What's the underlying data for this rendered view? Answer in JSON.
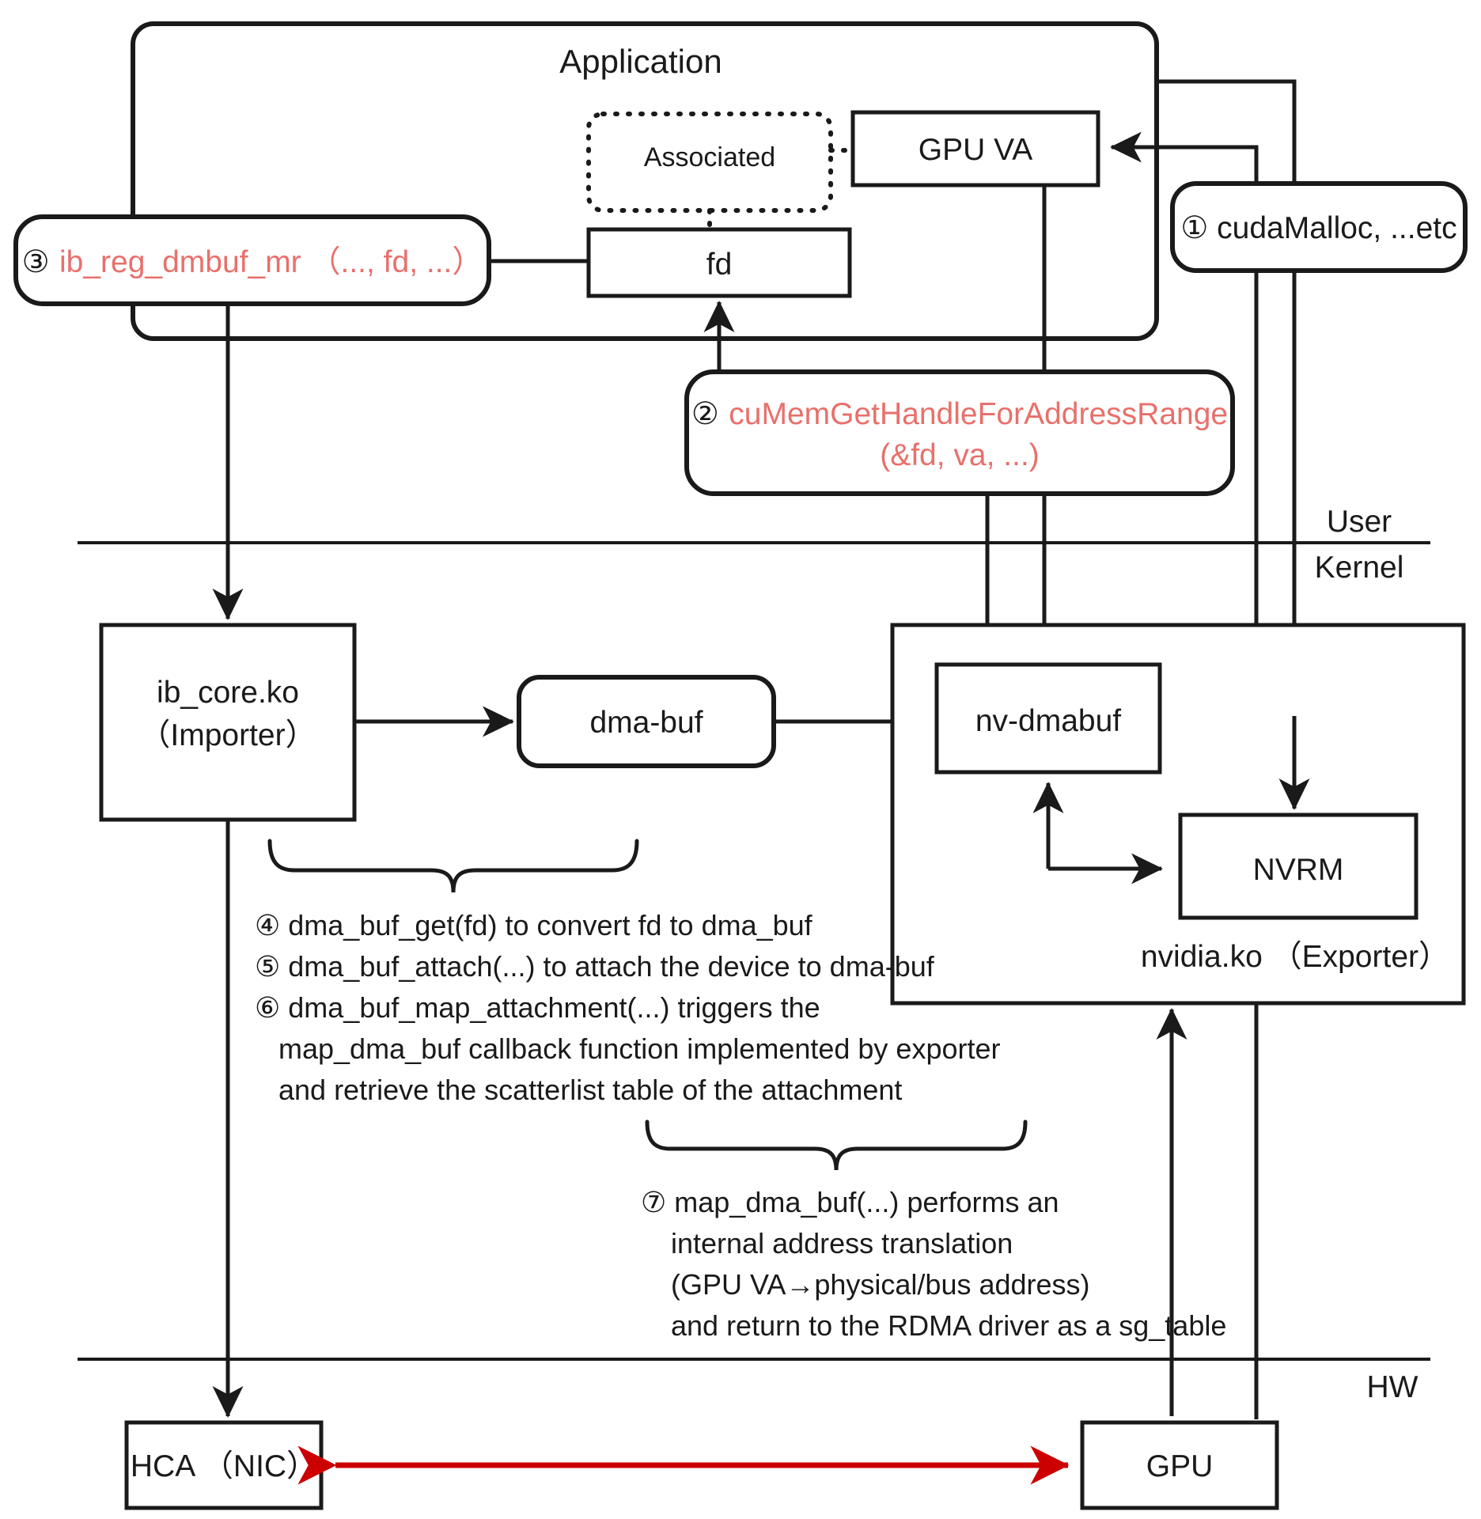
{
  "diagram": {
    "title": "GPUDirect RDMA dma-buf flow",
    "colors": {
      "red_text": "#e8706b",
      "red_arrow": "#cc0000",
      "line": "#1a1a1a",
      "background": "#ffffff"
    },
    "layer_labels": {
      "user": "User",
      "kernel": "Kernel",
      "hw": "HW"
    },
    "boxes": {
      "application": "Application",
      "associated": "Associated",
      "gpu_va": "GPU VA",
      "fd": "fd",
      "cuda_malloc": "① cudaMalloc, ...etc",
      "ib_reg_num": "③",
      "ib_reg_call": "ib_reg_dmbuf_mr （..., fd, ...）",
      "cumem_num": "②",
      "cumem_call_line1": "cuMemGetHandleForAddressRange",
      "cumem_call_line2": "(&fd, va, ...)",
      "ib_core_line1": "ib_core.ko",
      "ib_core_line2": "（Importer）",
      "dma_buf": "dma-buf",
      "nv_dmabuf": "nv-dmabuf",
      "nvrm": "NVRM",
      "nvidia_ko": "nvidia.ko （Exporter）",
      "hca": "HCA （NIC）",
      "gpu": "GPU"
    },
    "notes_importer": [
      "④ dma_buf_get(fd) to convert fd to dma_buf",
      "⑤ dma_buf_attach(...) to attach the device to dma-buf",
      "⑥ dma_buf_map_attachment(...) triggers the",
      "map_dma_buf callback function implemented by exporter",
      "and retrieve the scatterlist table of the attachment"
    ],
    "notes_exporter": [
      "⑦ map_dma_buf(...) performs an",
      "internal address translation",
      "(GPU VA→physical/bus address)",
      "and return to the RDMA driver as a sg_table"
    ]
  }
}
